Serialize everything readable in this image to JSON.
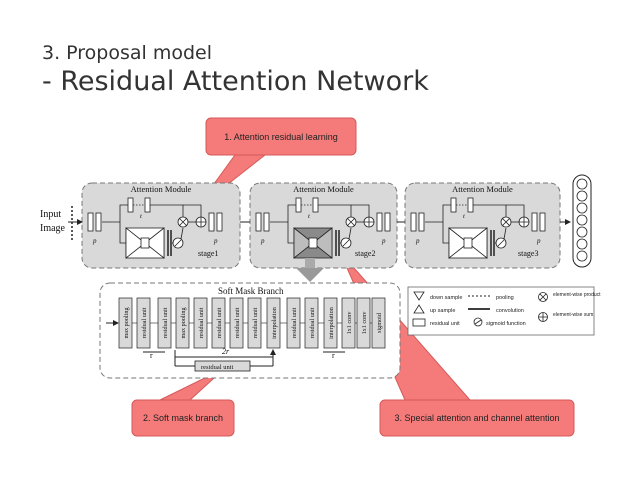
{
  "slide": {
    "title": "3. Proposal model",
    "subtitle": "- Residual Attention Network"
  },
  "callouts": {
    "c1": "1. Attention residual learning",
    "c2": "2. Soft mask branch",
    "c3": "3. Special attention and channel attention"
  },
  "diagram": {
    "input_line1": "Input",
    "input_line2": "Image",
    "module_label": "Attention Module",
    "stage1": "stage1",
    "stage2": "stage2",
    "stage3": "stage3",
    "p": "p",
    "t": "t",
    "soft_mask_title": "Soft Mask Branch",
    "r": "r",
    "two_r": "2r",
    "residual_unit_bar": "residual unit",
    "soft_mask_blocks": [
      "max pooling",
      "residual unit",
      "residual unit",
      "max pooling",
      "residual unit",
      "residual unit",
      "residual unit",
      "residual unit",
      "interpolation",
      "residual unit",
      "residual unit",
      "interpolation",
      "1x1 conv",
      "1x1 conv",
      "sigmoid"
    ]
  },
  "legend": {
    "down_sample": "down sample",
    "up_sample": "up sample",
    "residual_unit": "residual unit",
    "pooling": "pooling",
    "convolution": "convolution",
    "sigmoid_function": "sigmoid function",
    "element_wise_product": "element-wise product",
    "element_wise_sum": "element-wise sum"
  },
  "colors": {
    "callout_fill": "#f57b7b",
    "callout_stroke": "#d45a5a",
    "module_fill": "#d9d9d9",
    "stage2_fill": "#c8c8c8"
  }
}
